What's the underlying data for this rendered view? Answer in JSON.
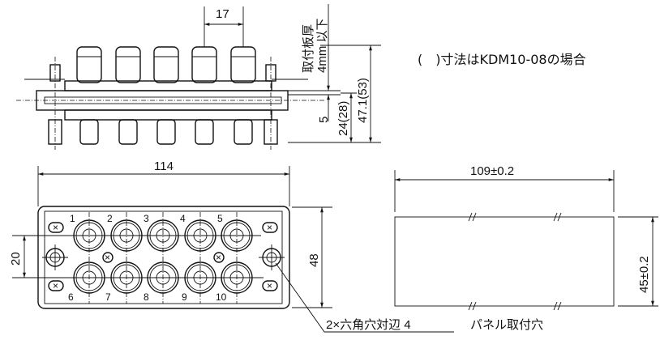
{
  "note": "(　)寸法はKDM10-08の場合",
  "side_view": {
    "pitch_dim": "17",
    "panel_thickness_label": "取付板厚",
    "panel_thickness_value": "4mm 以下",
    "dim_5": "5",
    "dim_24": "24(28)",
    "dim_47": "47.1(53)"
  },
  "front_view": {
    "width_dim": "114",
    "height_dim": "48",
    "row_pitch_dim": "20",
    "port_numbers": [
      "1",
      "2",
      "3",
      "4",
      "5",
      "6",
      "7",
      "8",
      "9",
      "10"
    ],
    "hex_note": "2×六角穴対辺 4"
  },
  "panel_cutout": {
    "width_dim": "109±0.2",
    "height_dim": "45±0.2",
    "label": "パネル取付穴"
  }
}
